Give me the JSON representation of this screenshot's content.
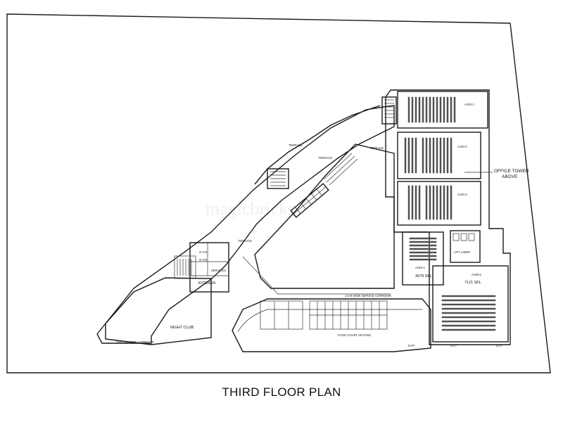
{
  "title": "THIRD FLOOR PLAN",
  "watermark": "magicbricks",
  "labels": {
    "night_club": "NIGHT CLUB",
    "kitchen": "KITCHEN",
    "services": "SERVICES",
    "toilet_1": "G.TOI",
    "toilet_2": "G.TOI",
    "terrace_main": "TERRACE",
    "terrace_upper": "TERRACE",
    "terrace_mid": "TERRACE",
    "terrace_right": "TERRACE",
    "corridor": "2500 MM WIDE CORRIDOR",
    "food_court": "FOOD COURT SEATING",
    "office_tower_line1": "OFFICE TOWER",
    "office_tower_line2": "ABOVE",
    "audi_1": "AUDI-1",
    "audi_2": "AUDI-2",
    "audi_3": "AUDI-3",
    "audi_4": "AUDI-4",
    "audi_5": "AUDI-5",
    "lift_lobby": "LIFT LOBBY",
    "area_1": "3679 SFL",
    "area_2": "7121 SFL",
    "service_corridor": "1.5 M WIDE SERVICE CORRIDOR",
    "exit_1": "EXIT",
    "exit_2": "EXIT",
    "exit_3": "EXIT"
  }
}
